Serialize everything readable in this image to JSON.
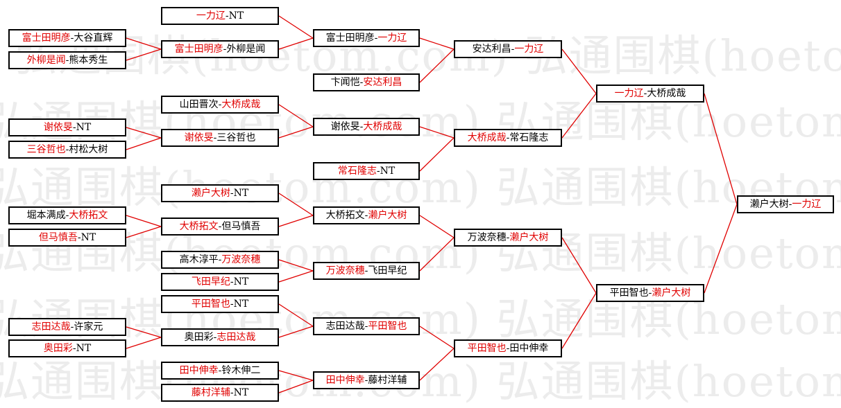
{
  "watermark_text": "弘通围棋(hoetom.com)",
  "colors": {
    "winner": "#e00000",
    "loser": "#000000",
    "line": "#e00000"
  },
  "rounds": {
    "round1": [
      {
        "id": "r1m1",
        "p1": "富士田明彦",
        "p2": "大谷直辉",
        "winner": 1
      },
      {
        "id": "r1m2",
        "p1": "外柳是闻",
        "p2": "熊本秀生",
        "winner": 1
      },
      {
        "id": "r1m3",
        "p1": "谢依旻",
        "p2": "NT",
        "winner": 1
      },
      {
        "id": "r1m4",
        "p1": "三谷哲也",
        "p2": "村松大树",
        "winner": 1
      },
      {
        "id": "r1m5",
        "p1": "堀本满成",
        "p2": "大桥拓文",
        "winner": 2
      },
      {
        "id": "r1m6",
        "p1": "但马慎吾",
        "p2": "NT",
        "winner": 1
      },
      {
        "id": "r1m7",
        "p1": "志田达哉",
        "p2": "许家元",
        "winner": 1
      },
      {
        "id": "r1m8",
        "p1": "奥田彩",
        "p2": "NT",
        "winner": 1
      }
    ],
    "round2": [
      {
        "id": "r2m1",
        "p1": "一力辽",
        "p2": "NT",
        "winner": 1
      },
      {
        "id": "r2m2",
        "p1": "富士田明彦",
        "p2": "外柳是闻",
        "winner": 1
      },
      {
        "id": "r2m3",
        "p1": "山田晋次",
        "p2": "大桥成哉",
        "winner": 2
      },
      {
        "id": "r2m4",
        "p1": "谢依旻",
        "p2": "三谷哲也",
        "winner": 1
      },
      {
        "id": "r2m5",
        "p1": "濑户大树",
        "p2": "NT",
        "winner": 1
      },
      {
        "id": "r2m6",
        "p1": "大桥拓文",
        "p2": "但马慎吾",
        "winner": 1
      },
      {
        "id": "r2m7",
        "p1": "高木淳平",
        "p2": "万波奈穗",
        "winner": 2
      },
      {
        "id": "r2m8",
        "p1": "飞田早纪",
        "p2": "NT",
        "winner": 1
      },
      {
        "id": "r2m9",
        "p1": "平田智也",
        "p2": "NT",
        "winner": 1
      },
      {
        "id": "r2m10",
        "p1": "奥田彩",
        "p2": "志田达哉",
        "winner": 2
      },
      {
        "id": "r2m11",
        "p1": "田中伸幸",
        "p2": "铃木伸二",
        "winner": 1
      },
      {
        "id": "r2m12",
        "p1": "藤村洋辅",
        "p2": "NT",
        "winner": 1
      }
    ],
    "round3": [
      {
        "id": "r3m1",
        "p1": "富士田明彦",
        "p2": "一力辽",
        "winner": 2
      },
      {
        "id": "r3m2",
        "p1": "卞闻恺",
        "p2": "安达利昌",
        "winner": 2
      },
      {
        "id": "r3m3",
        "p1": "谢依旻",
        "p2": "大桥成哉",
        "winner": 2
      },
      {
        "id": "r3m4",
        "p1": "常石隆志",
        "p2": "NT",
        "winner": 1
      },
      {
        "id": "r3m5",
        "p1": "大桥拓文",
        "p2": "濑户大树",
        "winner": 2
      },
      {
        "id": "r3m6",
        "p1": "万波奈穗",
        "p2": "飞田早纪",
        "winner": 1
      },
      {
        "id": "r3m7",
        "p1": "志田达哉",
        "p2": "平田智也",
        "winner": 2
      },
      {
        "id": "r3m8",
        "p1": "田中伸幸",
        "p2": "藤村洋辅",
        "winner": 1
      }
    ],
    "round4": [
      {
        "id": "r4m1",
        "p1": "安达利昌",
        "p2": "一力辽",
        "winner": 2
      },
      {
        "id": "r4m2",
        "p1": "大桥成哉",
        "p2": "常石隆志",
        "winner": 1
      },
      {
        "id": "r4m3",
        "p1": "万波奈穗",
        "p2": "濑户大树",
        "winner": 2
      },
      {
        "id": "r4m4",
        "p1": "平田智也",
        "p2": "田中伸幸",
        "winner": 1
      }
    ],
    "round5": [
      {
        "id": "r5m1",
        "p1": "一力辽",
        "p2": "大桥成哉",
        "winner": 1
      },
      {
        "id": "r5m2",
        "p1": "平田智也",
        "p2": "濑户大树",
        "winner": 2
      }
    ],
    "final": [
      {
        "id": "f1",
        "p1": "濑户大树",
        "p2": "一力辽",
        "winner": 2
      }
    ]
  }
}
